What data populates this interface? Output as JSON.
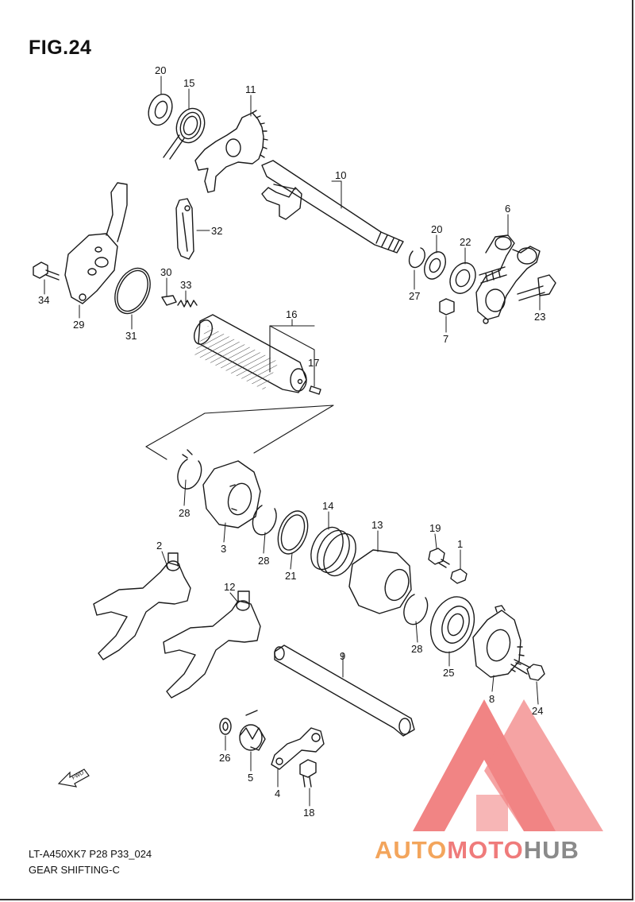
{
  "figure": {
    "title": "FIG.24",
    "model_code": "LT-A450XK7 P28 P33_024",
    "group_name": "GEAR SHIFTING-C"
  },
  "callouts": [
    {
      "id": "c20a",
      "label": "20"
    },
    {
      "id": "c15",
      "label": "15"
    },
    {
      "id": "c11",
      "label": "11"
    },
    {
      "id": "c10",
      "label": "10"
    },
    {
      "id": "c32",
      "label": "32"
    },
    {
      "id": "c6",
      "label": "6"
    },
    {
      "id": "c20b",
      "label": "20"
    },
    {
      "id": "c22",
      "label": "22"
    },
    {
      "id": "c27",
      "label": "27"
    },
    {
      "id": "c23",
      "label": "23"
    },
    {
      "id": "c7",
      "label": "7"
    },
    {
      "id": "c34",
      "label": "34"
    },
    {
      "id": "c29",
      "label": "29"
    },
    {
      "id": "c31",
      "label": "31"
    },
    {
      "id": "c30",
      "label": "30"
    },
    {
      "id": "c33",
      "label": "33"
    },
    {
      "id": "c16",
      "label": "16"
    },
    {
      "id": "c17",
      "label": "17"
    },
    {
      "id": "c28a",
      "label": "28"
    },
    {
      "id": "c3",
      "label": "3"
    },
    {
      "id": "c28b",
      "label": "28"
    },
    {
      "id": "c21",
      "label": "21"
    },
    {
      "id": "c14",
      "label": "14"
    },
    {
      "id": "c13",
      "label": "13"
    },
    {
      "id": "c19",
      "label": "19"
    },
    {
      "id": "c1",
      "label": "1"
    },
    {
      "id": "c2",
      "label": "2"
    },
    {
      "id": "c12",
      "label": "12"
    },
    {
      "id": "c28c",
      "label": "28"
    },
    {
      "id": "c25",
      "label": "25"
    },
    {
      "id": "c9",
      "label": "9"
    },
    {
      "id": "c8",
      "label": "8"
    },
    {
      "id": "c24",
      "label": "24"
    },
    {
      "id": "c26",
      "label": "26"
    },
    {
      "id": "c5",
      "label": "5"
    },
    {
      "id": "c4",
      "label": "4"
    },
    {
      "id": "c18",
      "label": "18"
    }
  ],
  "fwd_label": "FWD",
  "watermark": {
    "part1": "AUTO",
    "part2": "MOTO",
    "part3": "HUB"
  },
  "colors": {
    "line": "#1a1a1a",
    "watermark_red": "#ef6f6f",
    "watermark_orange": "#f3a55c",
    "watermark_gray": "#8a8a8a"
  }
}
